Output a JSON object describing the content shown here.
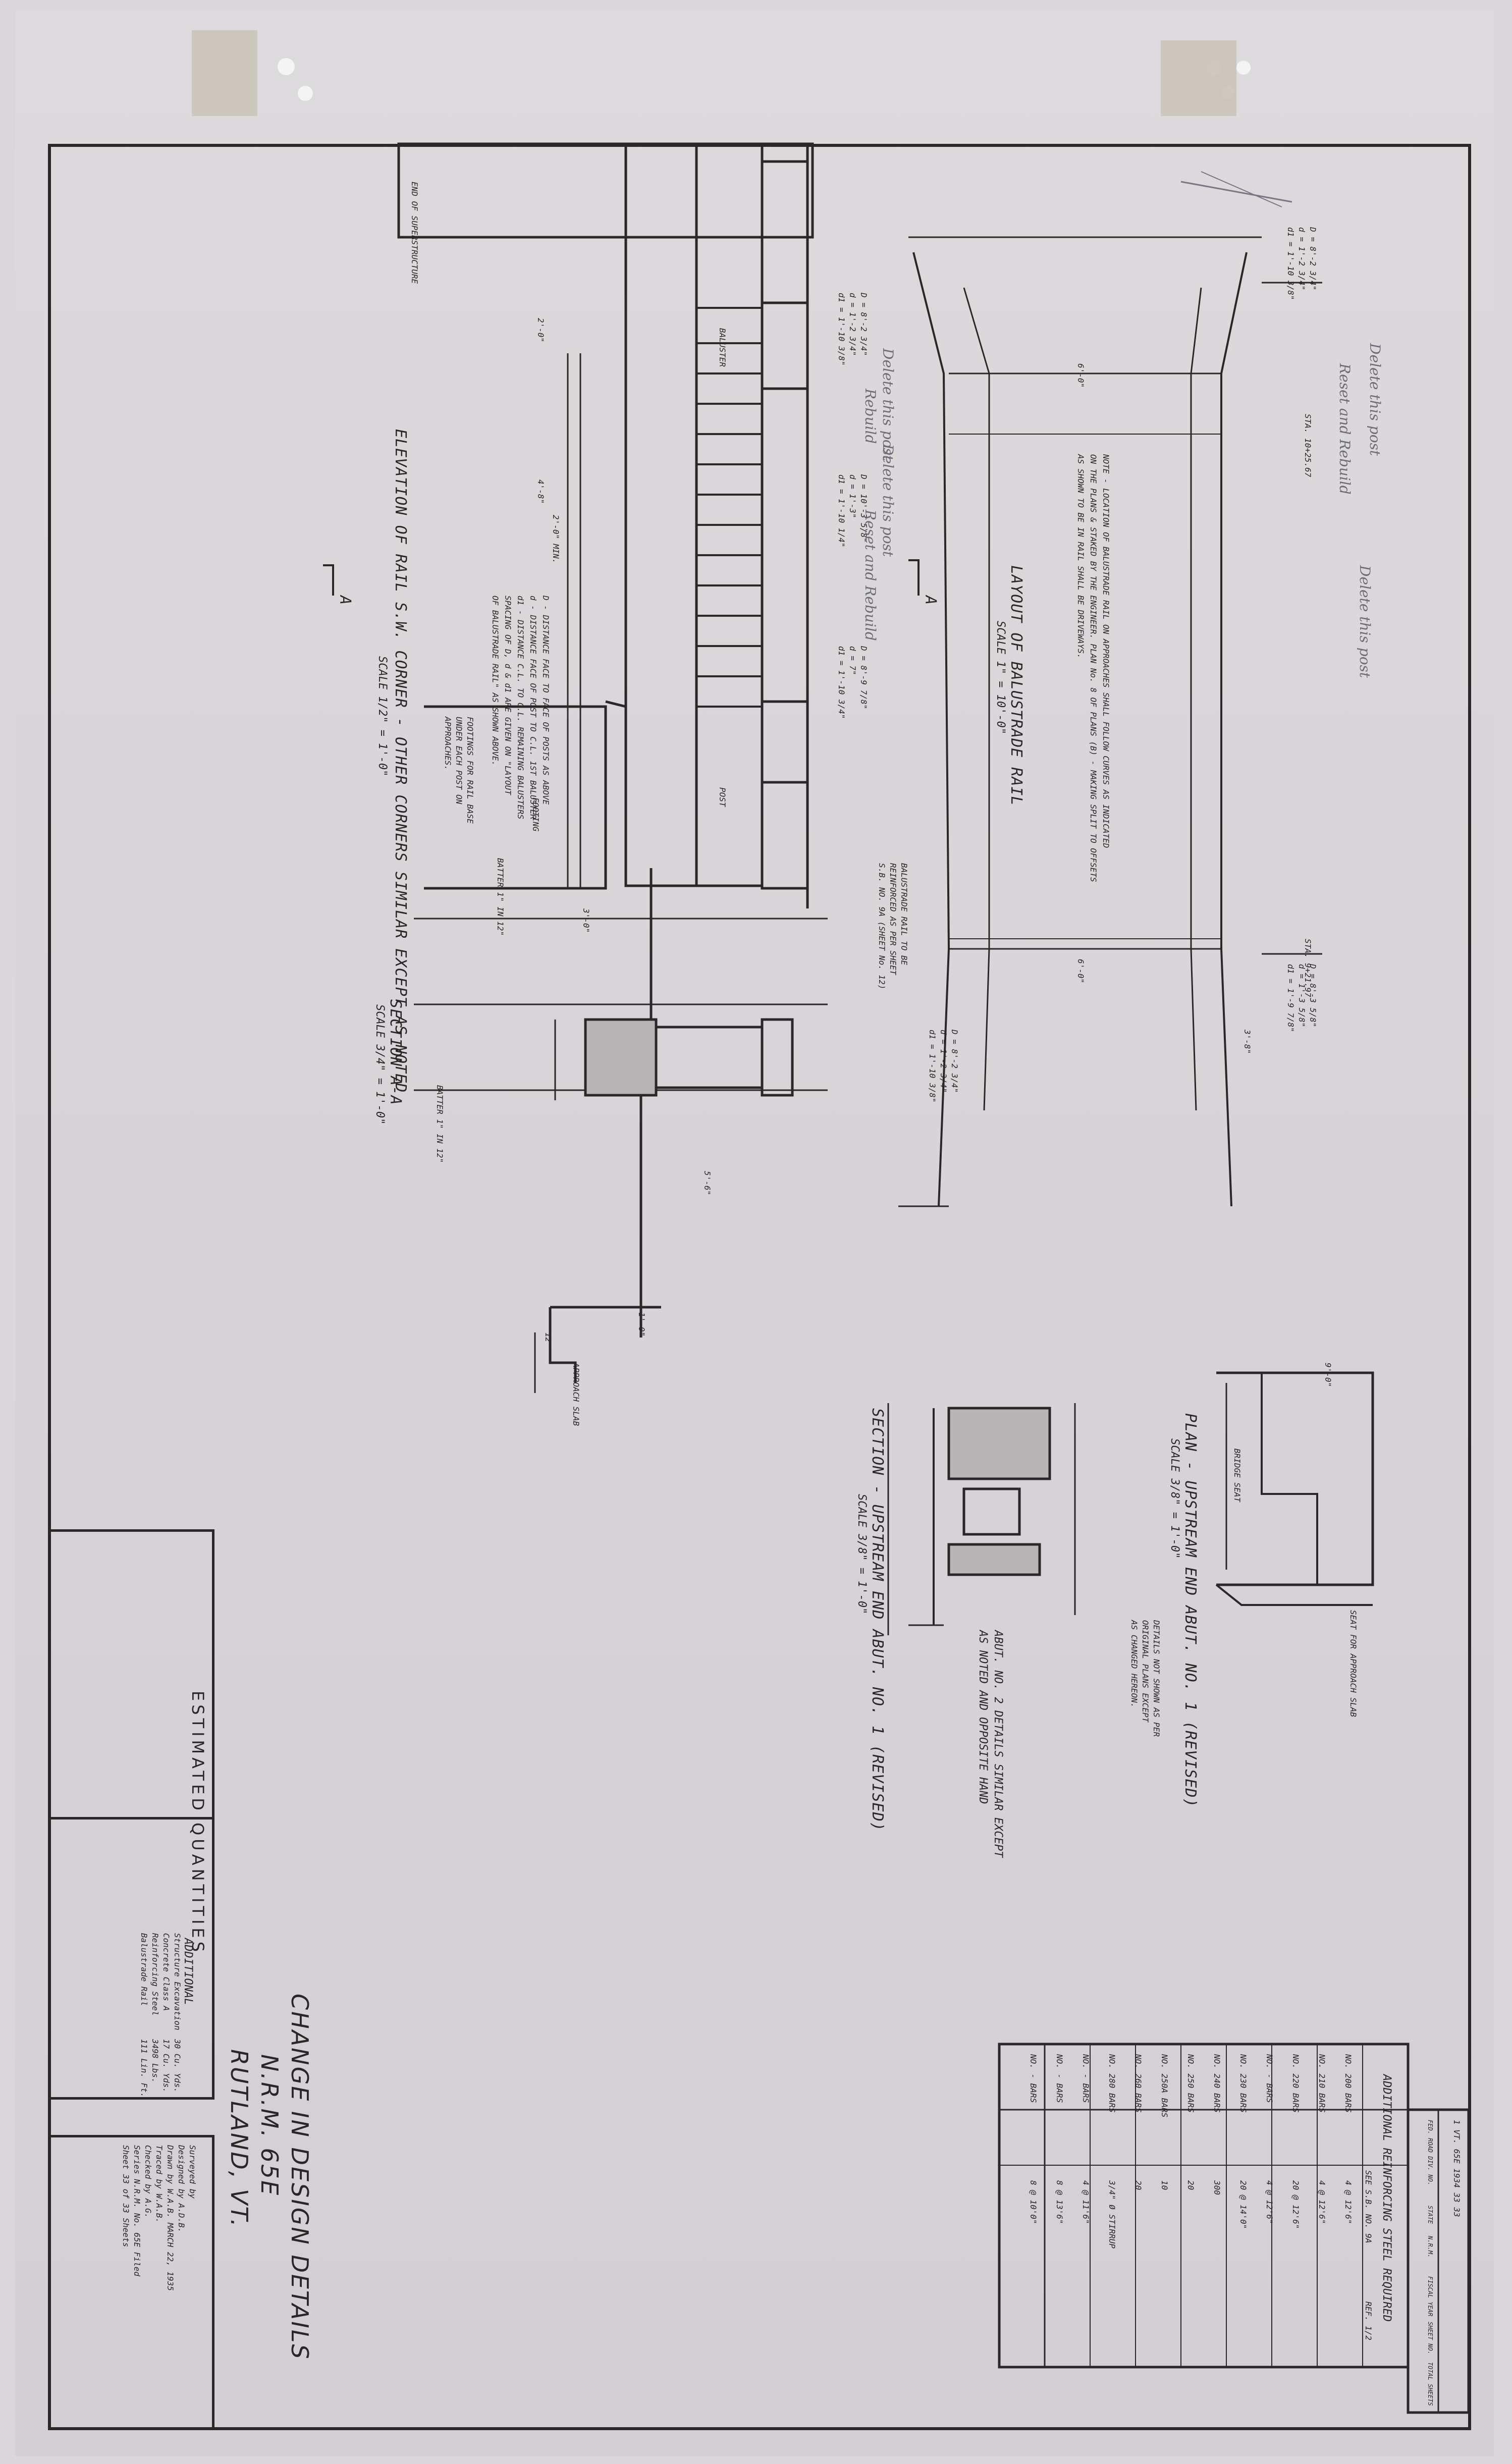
{
  "title_block": {
    "title": "CHANGE IN DESIGN DETAILS",
    "project": "N.R.M. 65E",
    "location": "RUTLAND, VT.",
    "credits": [
      "Surveyed by",
      "Designed by A.D.B.",
      "Drawn by W.A.B.  MARCH 22, 1935",
      "Traced by W.A.B.",
      "Checked by A.G.",
      "Series N.R.M. No. 65E          Filed",
      "Sheet 33 of 33 Sheets"
    ]
  },
  "estimated_quantities": {
    "heading": "ESTIMATED QUANTITIES",
    "subheading": "ADDITIONAL",
    "rows": [
      {
        "item": "Structure Excavation",
        "qty": "30 Cu. Yds."
      },
      {
        "item": "Concrete Class A",
        "qty": "17 Cu. Yds."
      },
      {
        "item": "Reinforcing Steel",
        "qty": "3498 Lbs."
      },
      {
        "item": "Balustrade Rail",
        "qty": "111 Lin. Ft."
      }
    ]
  },
  "steel_table": {
    "heading": "ADDITIONAL REINFORCING STEEL REQUIRED",
    "header": "SEE S.B. NO. 9A",
    "header_ref": "REF. 1/2",
    "rows": [
      {
        "mark": "NO. 200 BARS",
        "spec": "4 @ 12'6\""
      },
      {
        "mark": "NO. 210 BARS",
        "spec": "4 @ 12'6\""
      },
      {
        "mark": "NO. 220 BARS",
        "spec": "20 @ 12'6\""
      },
      {
        "mark": "NO. - BARS",
        "spec": "4 @ 12'6\""
      },
      {
        "mark": "NO. 230 BARS",
        "spec": "20 @ 14'0\""
      },
      {
        "mark": "NO. 240 BARS",
        "spec": "300"
      },
      {
        "mark": "NO. 250 BARS",
        "spec": "20"
      },
      {
        "mark": "NO. 250A BARS",
        "spec": "10"
      },
      {
        "mark": "NO. 260 BARS",
        "spec": "20"
      },
      {
        "mark": "NO. 280 BARS",
        "spec": "3/4\" Ø STIRRUP"
      },
      {
        "mark": "NO. - BARS",
        "spec": "4 @ 11'6\""
      },
      {
        "mark": "NO. - BARS",
        "spec": "8 @ 13'6\""
      },
      {
        "mark": "NO. - BARS",
        "spec": "8 @ 10'0\""
      }
    ]
  },
  "state_block": {
    "fed_road_div_no": "FED. ROAD DIV. NO.",
    "state": "STATE",
    "project": "N.R.M.",
    "fiscal_year": "FISCAL YEAR",
    "sheet_no": "SHEET NO.",
    "total_sheets": "TOTAL SHEETS",
    "values": [
      "1",
      "VT.",
      "65E",
      "1934",
      "33",
      "33"
    ]
  },
  "views": {
    "elevation": "ELEVATION OF RAIL S.W. CORNER - OTHER CORNERS SIMILAR EXCEPT AS NOTED",
    "elevation_scale": "SCALE 1/2\" = 1'-0\"",
    "layout": "LAYOUT OF BALUSTRADE RAIL",
    "layout_scale": "SCALE 1\" = 10'-0\"",
    "section_aa": "SECTION A-A",
    "section_aa_scale": "SCALE 3/4\" = 1'-0\"",
    "plan_abut": "PLAN - UPSTREAM END ABUT. NO. 1 (REVISED)",
    "plan_abut_scale": "SCALE 3/8\" = 1'-0\"",
    "section_abut": "SECTION - UPSTREAM END ABUT. NO. 1 (REVISED)",
    "section_abut_scale": "SCALE 3/8\" = 1'-0\""
  },
  "notes": {
    "balusters": [
      "D - DISTANCE FACE TO FACE OF POSTS AS ABOVE",
      "d - DISTANCE FACE OF POST TO C.L. 1ST BALUSTER",
      "d1 - DISTANCE C.L. TO C.L. REMAINING BALUSTERS",
      "SPACING OF D, d & d1 ARE GIVEN ON \"LAYOUT",
      "OF BALUSTRADE RAIL\" AS SHOWN ABOVE."
    ],
    "layout_note": [
      "NOTE - LOCATION OF BALUSTRADE RAIL ON APPROACHES SHALL FOLLOW CURVES AS INDICATED",
      "ON THE PLANS & STAKED BY THE ENGINEER. PLAN No. 8 OF PLANS (B) - MAKING SPLIT TO OFFSETS",
      "AS SHOWN TO BE IN RAIL SHALL BE DRIVEWAYS."
    ],
    "footings": [
      "FOOTINGS FOR RAIL BASE",
      "UNDER EACH POST ON",
      "APPROACHES."
    ],
    "rail_ref": [
      "BALUSTRADE RAIL TO BE",
      "REINFORCED AS PER SHEET",
      "S.B. NO. 9A (SHEET No. 12)"
    ],
    "abut_note": [
      "DETAILS NOT SHOWN AS PER",
      "ORIGINAL PLANS EXCEPT",
      "AS CHANGED HEREON."
    ],
    "abut2_note": [
      "ABUT. NO. 2 DETAILS SIMILAR EXCEPT",
      "AS NOTED AND OPPOSITE HAND"
    ],
    "seat_slab": "SEAT FOR APPROACH SLAB",
    "bridge_seat": "BRIDGE SEAT",
    "end_super": "END OF SUPERSTRUCTURE",
    "footing": "FOOTING",
    "post": "POST",
    "baluster": "BALUSTER",
    "batter_1": "BATTER 1\" IN 12\"",
    "batter_2": "BATTER 1\" IN 12\"",
    "approach_slab": "APPROACH SLAB"
  },
  "dimensions": {
    "d_left": [
      "D = 8'-2 3/4\"",
      "d = 1'-2 3/4\"",
      "d1 = 1'-10 3/8\""
    ],
    "d_mid": [
      "D = 10'-3 5/8\"",
      "d = 1'-3\"",
      "d1 = 1'-10 1/4\""
    ],
    "d_mid2": [
      "D = 8'-9 7/8\"",
      "d = 7\"",
      "d1 = 1'-10 3/4\""
    ],
    "d_right": [
      "D = 8'-2 3/4\"",
      "d = 1'-2 3/4\"",
      "d1 = 1'-10 3/8\""
    ],
    "d_far": [
      "D = 8'-3 5/8\"",
      "d = 1'-3 5/8\"",
      "d1 = 1'-9 7/8\""
    ],
    "sta_1": "STA. 10+25.67",
    "sta_2": "STA. 9+21.97",
    "dim_48": "4'-8\"",
    "dim_60": "6'-0\"",
    "dim_38": "3'-8\"",
    "dim_30": "3'-0\"",
    "dim_20": "2'-0\"",
    "dim_10": "1'-0\"",
    "dim_12": "12\"",
    "dim_90": "9'-0\"",
    "dim_55": "5'-6\"",
    "dim_20min": "2'-0\" MIN."
  },
  "handwritten": [
    "Delete this post",
    "Rebuild",
    "Delete this post",
    "Reset and Rebuild",
    "Delete this post",
    "Delete this post",
    "Reset and Rebuild"
  ],
  "letters": [
    "A",
    "A"
  ]
}
